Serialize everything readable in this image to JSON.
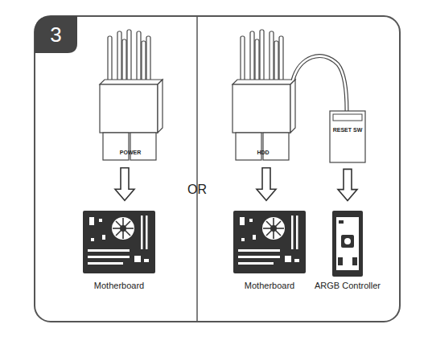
{
  "diagram": {
    "nodes": [
      {
        "text": [
          "POWER"
        ]
      },
      {
        "text": [
          "Motherboard"
        ]
      },
      {
        "text": [
          "HDD"
        ]
      },
      {
        "text": [
          "Motherboard"
        ]
      },
      {
        "text": [
          "RESET SW"
        ]
      },
      {
        "text": [
          "ARGB Controller"
        ]
      }
    ],
    "edges": [
      {
        "from": 0,
        "to": 1,
        "arrow": "to"
      },
      {
        "from": 2,
        "to": 3,
        "arrow": "to"
      },
      {
        "from": 4,
        "to": 5,
        "arrow": "to"
      }
    ],
    "labels": [
      "3",
      "OR"
    ]
  }
}
